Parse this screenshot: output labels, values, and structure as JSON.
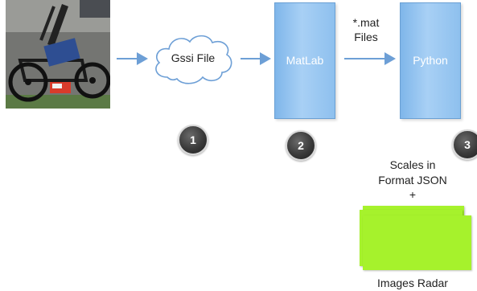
{
  "photo": {
    "icon": "gpr-cart-photo"
  },
  "cloud": {
    "label": "Gssi File",
    "icon": "cloud-shape"
  },
  "matlab": {
    "label": "MatLab"
  },
  "mat_files": {
    "line1": "*.mat",
    "line2": "Files"
  },
  "python": {
    "label": "Python"
  },
  "steps": [
    "1",
    "2",
    "3"
  ],
  "output": {
    "scales_line1": "Scales in",
    "scales_line2": "Format JSON",
    "plus": "+",
    "images_label": "Images Radar"
  },
  "colors": {
    "box_blue": "#8ec0ee",
    "arrow_blue": "#6d9fd6",
    "sheet_green": "#a6f22c",
    "badge_dark": "#3a3a3a"
  }
}
